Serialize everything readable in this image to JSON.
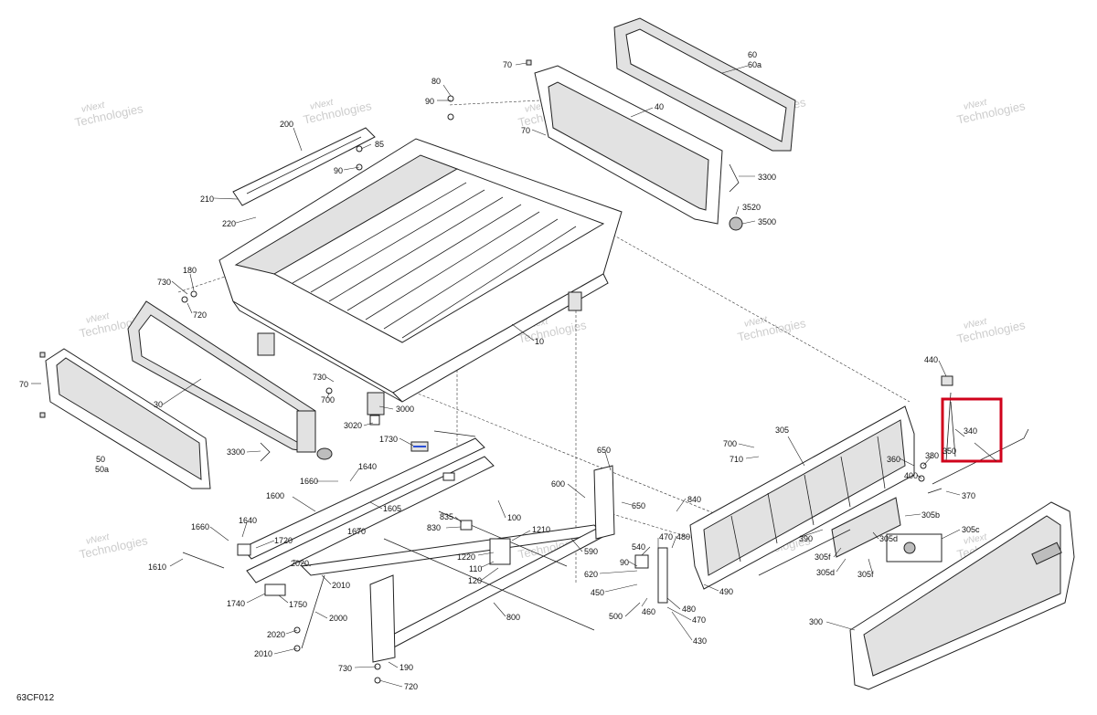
{
  "diagram": {
    "code": "63CF012",
    "highlight_color": "#d0021b",
    "watermark": {
      "line1": "vNext",
      "line2": "Technologies"
    },
    "labels": {
      "c60": "60",
      "c60a": "60a",
      "c70a": "70",
      "c80": "80",
      "c90a": "90",
      "c40": "40",
      "c70b": "70",
      "c200": "200",
      "c85": "85",
      "c90b": "90",
      "c3300a": "3300",
      "c3520": "3520",
      "c3500": "3500",
      "c210": "210",
      "c220": "220",
      "c730a": "730",
      "c180": "180",
      "c720a": "720",
      "c10": "10",
      "c70c": "70",
      "c30": "30",
      "c730b": "730",
      "c700a": "700",
      "c3000": "3000",
      "c3020": "3020",
      "c1730": "1730",
      "c3300b": "3300",
      "c50": "50",
      "c50a": "50a",
      "c440": "440",
      "c340": "340",
      "c350": "350",
      "c305": "305",
      "c700b": "700",
      "c710": "710",
      "c650a": "650",
      "c380": "380",
      "c360": "360",
      "c400": "400",
      "c370": "370",
      "c1640a": "1640",
      "c1660a": "1660",
      "c1600": "1600",
      "c1605": "1605",
      "c600": "600",
      "c650b": "650",
      "c840": "840",
      "c100": "100",
      "c305b": "305b",
      "c305c": "305c",
      "c1660b": "1660",
      "c1640b": "1640",
      "c1670": "1670",
      "c835": "835",
      "c830": "830",
      "c1210": "1210",
      "c470a": "470",
      "c480a": "480",
      "c390": "390",
      "c305d_a": "305d",
      "c1720": "1720",
      "c2020a": "2020",
      "c590": "590",
      "c540": "540",
      "c1610": "1610",
      "c1220": "1220",
      "c110": "110",
      "c120": "120",
      "c90c": "90",
      "c305f_a": "305f",
      "c305d_b": "305d",
      "c305f_b": "305f",
      "c2010a": "2010",
      "c620": "620",
      "c450": "450",
      "c490": "490",
      "c1740": "1740",
      "c1750": "1750",
      "c2000": "2000",
      "c800": "800",
      "c500": "500",
      "c460": "460",
      "c480b": "480",
      "c470b": "470",
      "c300": "300",
      "c2020b": "2020",
      "c430": "430",
      "c2010b": "2010",
      "c730c": "730",
      "c190": "190",
      "c720b": "720"
    }
  }
}
